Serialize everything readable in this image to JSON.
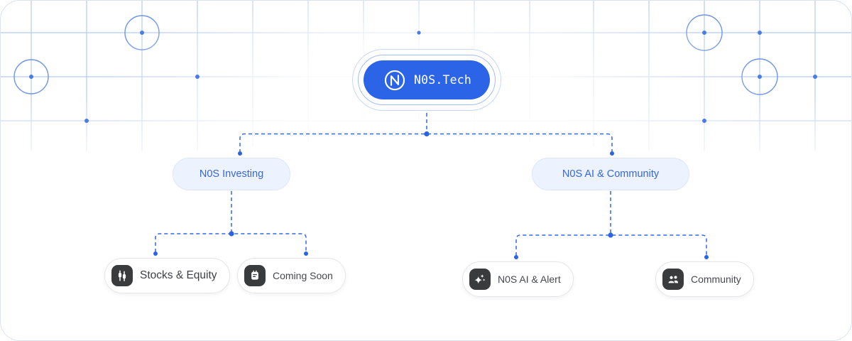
{
  "theme": {
    "accent": "#2b64e6",
    "connector": "#3268e0",
    "child_bg": "#edf3fe",
    "child_text": "#3566db",
    "chip_bg": "#3a3b3d",
    "grid_line": "#b4c9f1",
    "grid_circle": "#6d95ea"
  },
  "tree": {
    "root": {
      "label": "N0S.Tech",
      "icon": "n0s-logo"
    },
    "branches": [
      {
        "label": "N0S Investing"
      },
      {
        "label": "N0S AI & Community"
      }
    ],
    "leaves": [
      {
        "label": "Stocks & Equity",
        "icon": "candlestick-chart"
      },
      {
        "label": "Coming Soon",
        "icon": "notepad"
      },
      {
        "label": "N0S AI & Alert",
        "icon": "sparkles"
      },
      {
        "label": "Community",
        "icon": "users"
      }
    ]
  }
}
